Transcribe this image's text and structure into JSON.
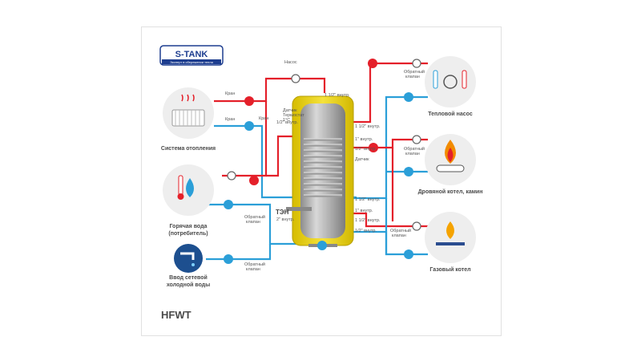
{
  "logo": {
    "brand": "S-TANK",
    "tagline": "Эксперт в сбережении тепла"
  },
  "model": "HFWT",
  "devices": {
    "heating": "Система отопления",
    "hot_water_1": "Горячая вода",
    "hot_water_2": "(потребитель)",
    "cold_water_1": "Ввод  сетевой",
    "cold_water_2": "холодной воды",
    "heat_pump": "Тепловой насос",
    "wood_boiler": "Дровяной котел, камин",
    "gas_boiler": "Газовый котел"
  },
  "labels": {
    "valve_top": "Кран",
    "valve_bottom": "Кран",
    "valve_vertical": "Кран",
    "pump": "Насос",
    "check_valve_1": "Обратный",
    "check_valve_2": "клапан",
    "sensor": "Датчик",
    "thermostat_1": "Датчик",
    "thermostat_2": "Термостат",
    "thermostat_3": "1°C",
    "electric_heater": "ТЭН",
    "port_top": "1 1/2\" внутр.",
    "port_left_top": "1/2\" внутр.",
    "port_right_1": "1 1/2\" внутр.",
    "port_right_2": "1\" внутр.",
    "port_right_3": "1/2\" внутр.",
    "port_right_4": "1 1/2\" внутр.",
    "port_right_5": "1\" внутр.",
    "port_right_6": "1 1/2\" внутр.",
    "port_right_7": "1/2\" внутр.",
    "port_heater": "2\" внутр."
  },
  "colors": {
    "hot": "#e4202a",
    "cold": "#2b9fd8",
    "tank_shell": "#f0d900",
    "coil": "#bdbdbd",
    "text": "#555555"
  }
}
